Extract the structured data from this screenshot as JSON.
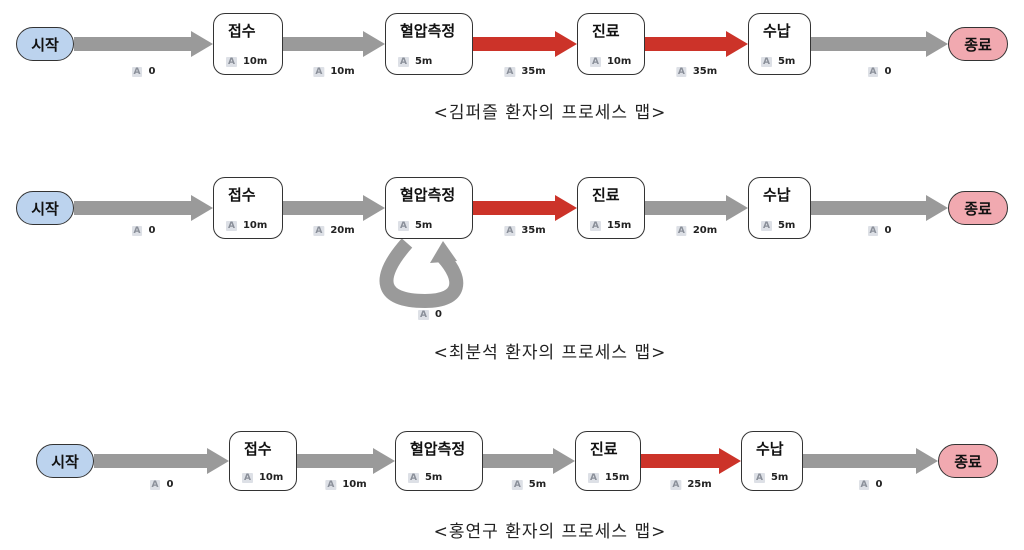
{
  "colors": {
    "start": "#bcd3ee",
    "end": "#f1a9b0",
    "edge": "#9a9a9a",
    "hot_edge": "#cc3329"
  },
  "a_icon": "A",
  "maps": [
    {
      "caption": "<김퍼즐 환자의 프로세스 맵>",
      "start": "시작",
      "end": "종료",
      "nodes": [
        {
          "label": "접수",
          "time": "10m"
        },
        {
          "label": "혈압측정",
          "time": "5m"
        },
        {
          "label": "진료",
          "time": "10m"
        },
        {
          "label": "수납",
          "time": "5m"
        }
      ],
      "edges": [
        {
          "time": "0",
          "hot": false
        },
        {
          "time": "10m",
          "hot": false
        },
        {
          "time": "35m",
          "hot": true
        },
        {
          "time": "35m",
          "hot": true
        },
        {
          "time": "0",
          "hot": false
        }
      ]
    },
    {
      "caption": "<최분석 환자의 프로세스 맵>",
      "start": "시작",
      "end": "종료",
      "nodes": [
        {
          "label": "접수",
          "time": "10m"
        },
        {
          "label": "혈압측정",
          "time": "5m"
        },
        {
          "label": "진료",
          "time": "15m"
        },
        {
          "label": "수납",
          "time": "5m"
        }
      ],
      "edges": [
        {
          "time": "0",
          "hot": false
        },
        {
          "time": "20m",
          "hot": false
        },
        {
          "time": "35m",
          "hot": true
        },
        {
          "time": "20m",
          "hot": false
        },
        {
          "time": "0",
          "hot": false
        }
      ],
      "self_loop": {
        "node": "혈압측정",
        "time": "0"
      }
    },
    {
      "caption": "<홍연구 환자의 프로세스 맵>",
      "start": "시작",
      "end": "종료",
      "nodes": [
        {
          "label": "접수",
          "time": "10m"
        },
        {
          "label": "혈압측정",
          "time": "5m"
        },
        {
          "label": "진료",
          "time": "15m"
        },
        {
          "label": "수납",
          "time": "5m"
        }
      ],
      "edges": [
        {
          "time": "0",
          "hot": false
        },
        {
          "time": "10m",
          "hot": false
        },
        {
          "time": "5m",
          "hot": false
        },
        {
          "time": "25m",
          "hot": true
        },
        {
          "time": "0",
          "hot": false
        }
      ]
    }
  ]
}
